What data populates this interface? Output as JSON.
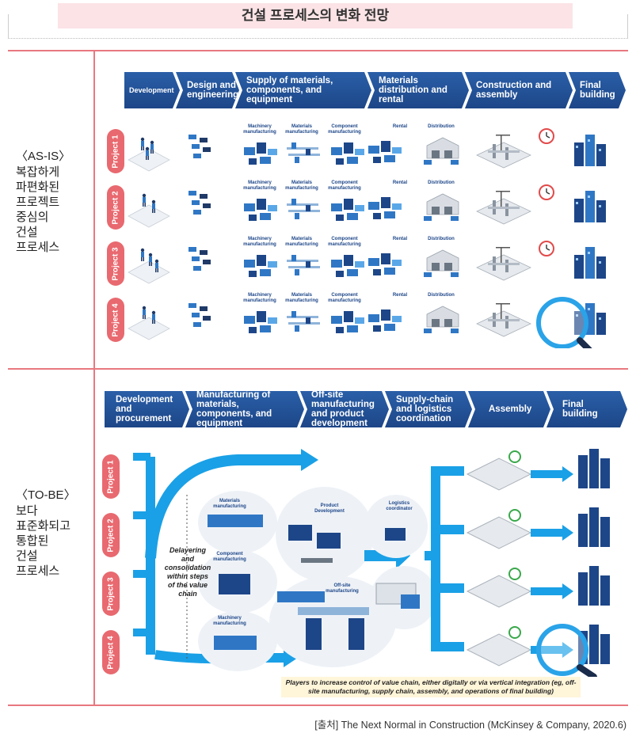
{
  "title": "건설 프로세스의 변화 전망",
  "as_is": {
    "label_head": "〈AS-IS〉",
    "label_lines": [
      "복잡하게",
      "파편화된",
      "프로젝트",
      "중심의",
      "건설",
      "프로세스"
    ],
    "stages": [
      "Development",
      "Design and engineering",
      "Supply of materials, components, and equipment",
      "Materials distribution and rental",
      "Construction and assembly",
      "Final building"
    ],
    "projects": [
      "Project 1",
      "Project 2",
      "Project 3",
      "Project 4"
    ],
    "supply_labels": [
      "Machinery manufacturing",
      "Materials manufacturing",
      "Component manufacturing"
    ],
    "distribution_labels": [
      "Rental",
      "Distribution"
    ]
  },
  "to_be": {
    "label_head": "〈TO-BE〉",
    "label_lines": [
      "보다",
      "표준화되고",
      "통합된",
      "건설",
      "프로세스"
    ],
    "stages": [
      "Development and procurement",
      "Manufacturing of materials, components, and equipment",
      "Off-site manufacturing and product development",
      "Supply-chain and logistics coordination",
      "Assembly",
      "Final building"
    ],
    "projects": [
      "Project 1",
      "Project 2",
      "Project 3",
      "Project 4"
    ],
    "manufacturing_labels": [
      "Materials manufacturing",
      "Component manufacturing",
      "Machinery manufacturing"
    ],
    "product_development": "Product Development",
    "offsite_label": "Off-site manufacturing",
    "logistics_label": "Logistics coordinator",
    "delayering": "Delayering and consolidation within steps of the value chain",
    "note": "Players to increase control of value chain, either digitally or via vertical integration (eg, off-site manufacturing, supply chain, assembly, and operations of final building)"
  },
  "source": "[출처] The Next Normal in Construction (McKinsey & Company, 2020.6)",
  "colors": {
    "stage_blue": "#1d4688",
    "accent_pink": "#e8787f",
    "tag_red": "#e8696f",
    "flow_blue": "#1aa0e6"
  }
}
